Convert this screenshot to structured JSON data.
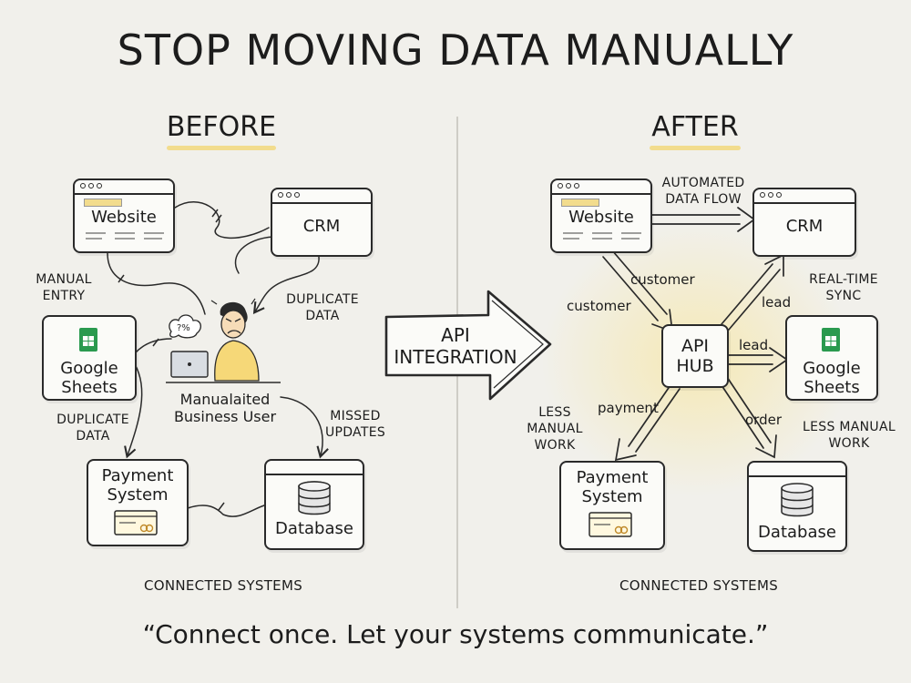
{
  "title": "STOP MOVING DATA MANUALLY",
  "before": {
    "heading": "BEFORE",
    "systems": {
      "website": "Website",
      "crm": "CRM",
      "sheets": "Google\nSheets",
      "payment": "Payment\nSystem",
      "database": "Database"
    },
    "user_label": "Manualaited\nBusiness User",
    "notes": {
      "manual_entry": "MANUAL\nENTRY",
      "duplicate_top": "DUPLICATE\nDATA",
      "duplicate_left": "DUPLICATE\nDATA",
      "missed_updates": "MISSED\nUPDATES"
    },
    "caption": "CONNECTED SYSTEMS"
  },
  "center_arrow": "API\nINTEGRATION",
  "after": {
    "heading": "AFTER",
    "systems": {
      "website": "Website",
      "crm": "CRM",
      "sheets": "Google\nSheets",
      "payment": "Payment\nSystem",
      "database": "Database"
    },
    "hub": "API\nHUB",
    "flows": {
      "customer_1": "customer",
      "customer_2": "customer",
      "lead_1": "lead",
      "lead_2": "lead",
      "payment": "payment",
      "order": "order"
    },
    "notes": {
      "automated": "AUTOMATED\nDATA FLOW",
      "realtime": "REAL-TIME\nSYNC",
      "less_manual_left": "LESS\nMANUAL\nWORK",
      "less_manual_right": "LESS MANUAL\nWORK"
    },
    "caption": "CONNECTED SYSTEMS"
  },
  "quote": "“Connect once. Let your systems communicate.”",
  "colors": {
    "highlight": "#f2dc8d",
    "sheets_green": "#2a9a4f",
    "ink": "#2a2a2a",
    "background": "#f1f0eb"
  }
}
